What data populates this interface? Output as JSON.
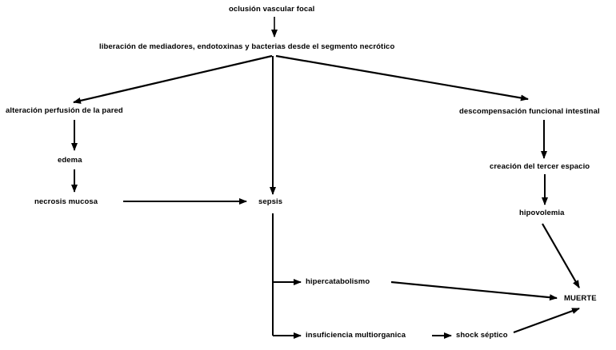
{
  "nodes": {
    "oclusion": "oclusión vascular focal",
    "liberacion": "liberación de mediadores, endotoxinas y bacterias desde el segmento necrótico",
    "alteracion": "alteración perfusión de la pared",
    "descompensacion": "descompensación funcional intestinal",
    "edema": "edema",
    "creacion": "creación del tercer espacio",
    "necrosis": "necrosis mucosa",
    "sepsis": "sepsis",
    "hipovolemia": "hipovolemia",
    "hipercatabolismo": "hipercatabolismo",
    "muerte": "MUERTE",
    "insuficiencia": "insuficiencia multiorganica",
    "shock": "shock séptico"
  },
  "colors": {
    "line": "#000000",
    "text": "#000000",
    "background": "#ffffff"
  }
}
